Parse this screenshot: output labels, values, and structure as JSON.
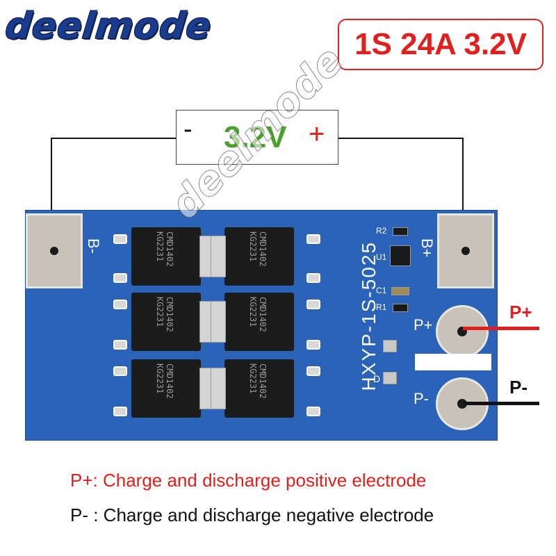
{
  "brand": {
    "logo_text": "deelmode",
    "color": "#1a3c8f"
  },
  "spec": {
    "label": "1S 24A 3.2V",
    "color": "#e0201c"
  },
  "battery": {
    "minus": "-",
    "voltage": "3.2V",
    "plus": "+",
    "voltage_color": "#4aa02c"
  },
  "board": {
    "model": "HXYP-1S-5025",
    "pad_b_minus": "B-",
    "pad_b_plus": "B+",
    "pad_p_plus": "P+",
    "pad_p_minus": "P-",
    "component_labels": [
      "R2",
      "U1",
      "C1",
      "R1",
      "D"
    ],
    "mosfet_marking_1": "CMD1402",
    "mosfet_marking_2": "KG2231",
    "color": "#2a63b8"
  },
  "terminals": {
    "p_plus": "P+",
    "p_minus": "P-",
    "p_plus_color": "#e0201c",
    "p_minus_color": "#111111"
  },
  "legend": [
    {
      "text": "P+: Charge and discharge positive electrode",
      "color": "#e0201c"
    },
    {
      "text": "P- : Charge and discharge negative electrode",
      "color": "#111111"
    }
  ],
  "watermark": "deelmode"
}
